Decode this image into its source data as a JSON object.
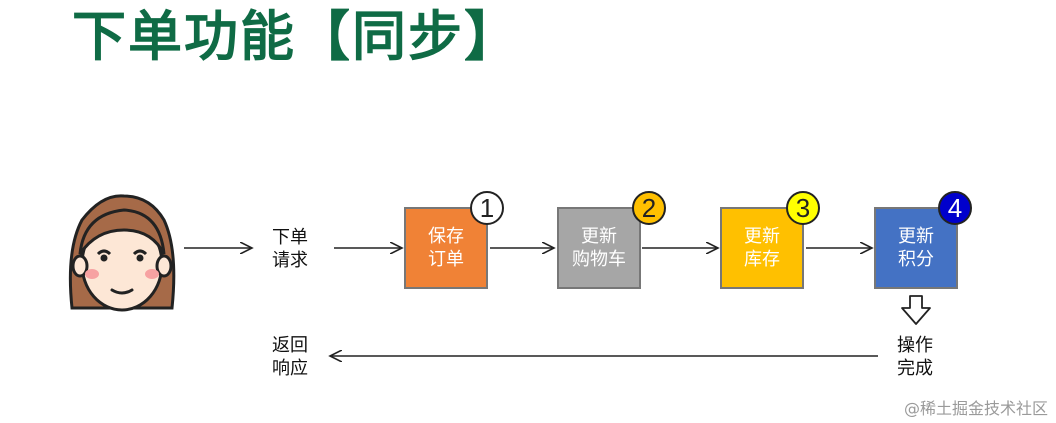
{
  "title": "下单功能【同步】",
  "colors": {
    "title": "#0f6b45",
    "step1": "#f08236",
    "step2": "#a6a6a6",
    "step3": "#ffc000",
    "step4": "#4472c4",
    "badge2": "#ffc000",
    "badge3": "#ffff00",
    "badge4": "#0000cc"
  },
  "request_label": "下单\n请求",
  "steps": [
    {
      "number": "1",
      "label": "保存\n订单"
    },
    {
      "number": "2",
      "label": "更新\n购物车"
    },
    {
      "number": "3",
      "label": "更新\n库存"
    },
    {
      "number": "4",
      "label": "更新\n积分"
    }
  ],
  "done_label": "操作\n完成",
  "response_label": "返回\n响应",
  "watermark": "@稀土掘金技术社区",
  "icons": [
    "user-avatar-icon",
    "down-arrow-icon"
  ]
}
